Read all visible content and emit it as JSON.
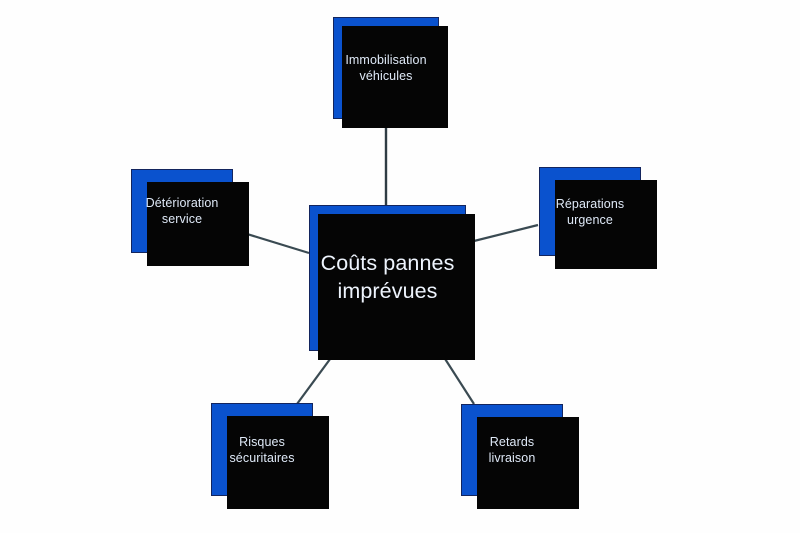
{
  "diagram": {
    "type": "mind-map",
    "title": "Coûts pannes imprévues",
    "center": {
      "id": "center",
      "label": "Coûts pannes\nimprévues"
    },
    "nodes": [
      {
        "id": "top",
        "label": "Immobilisation\nvéhicules",
        "position": "top"
      },
      {
        "id": "left",
        "label": "Détérioration\nservice",
        "position": "left"
      },
      {
        "id": "right",
        "label": "Réparations\nurgence",
        "position": "right"
      },
      {
        "id": "bottom_left",
        "label": "Risques\nsécuritaires",
        "position": "bottom-left"
      },
      {
        "id": "bottom_right",
        "label": "Retards\nlivraison",
        "position": "bottom-right"
      }
    ],
    "connectors": [
      {
        "from": "center",
        "to": "top"
      },
      {
        "from": "center",
        "to": "left"
      },
      {
        "from": "center",
        "to": "right"
      },
      {
        "from": "center",
        "to": "bottom_left"
      },
      {
        "from": "center",
        "to": "bottom_right"
      }
    ],
    "colors": {
      "node_fill": "#0a52ce",
      "node_border": "#13255e",
      "node_shadow": "#050505",
      "node_text": "#e9f0fb",
      "connector": "#3a4a52",
      "background": "#fefefe"
    }
  }
}
